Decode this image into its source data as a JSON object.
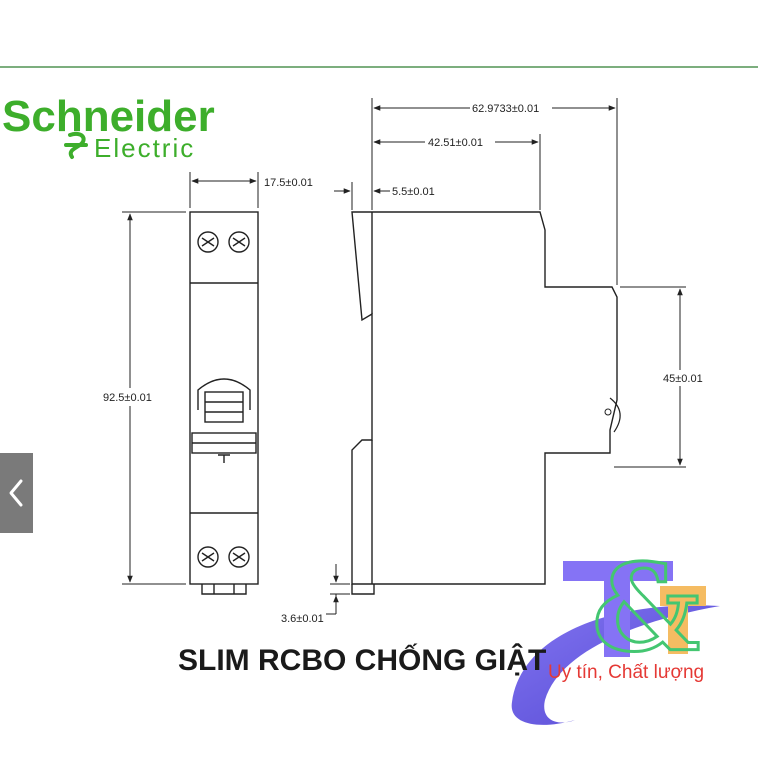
{
  "brand": {
    "name_line1": "Schneider",
    "name_line2": "Electric",
    "color": "#3dae2b"
  },
  "dimensions": {
    "width_front": "17.5±0.01",
    "height_front": "92.5±0.01",
    "depth_total": "62.9733±0.01",
    "depth_mid": "42.51±0.01",
    "clip_offset": "5.5±0.01",
    "height_mid": "45±0.01",
    "bottom_offset": "3.6±0.01"
  },
  "caption": "SLIM RCBO CHỐNG GIẬT",
  "watermark": {
    "logo_text": "T&T",
    "slogan": "Uy tín, Chất lượng"
  },
  "nav": {
    "prev_icon": "chevron-left-icon"
  }
}
